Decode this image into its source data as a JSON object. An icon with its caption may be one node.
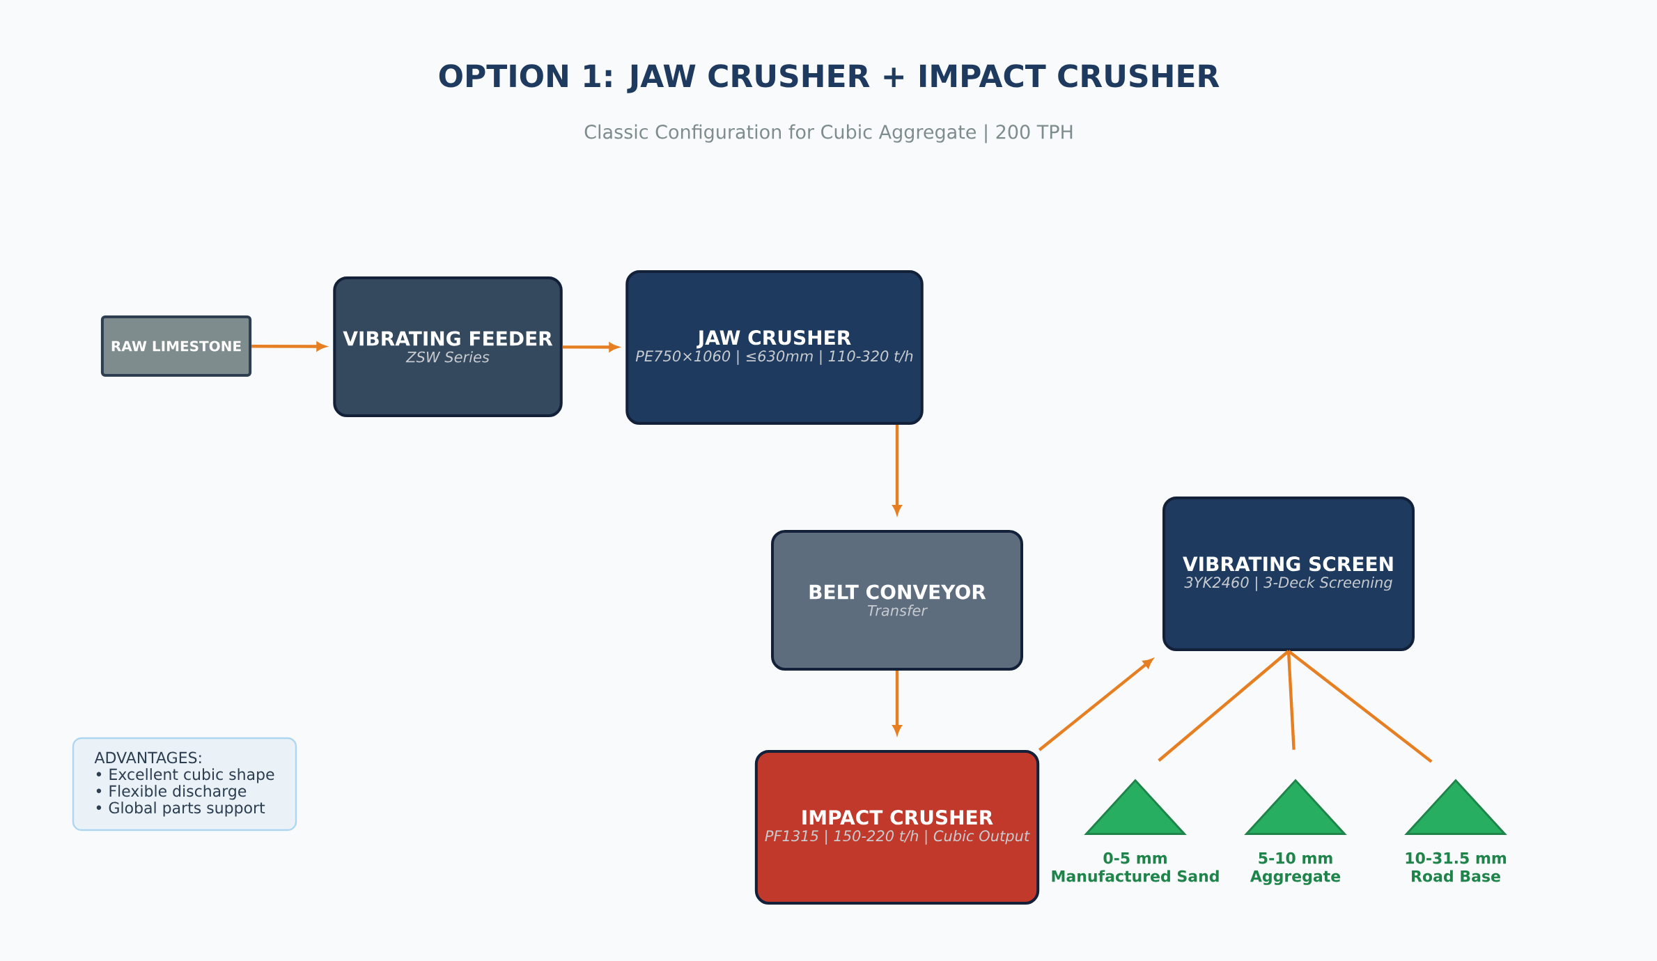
{
  "diagram": {
    "title": "OPTION 1: JAW CRUSHER + IMPACT CRUSHER",
    "nodes": [
      {
        "text": [
          "RAW LIMESTONE"
        ]
      },
      {
        "text": [
          "VIBRATING FEEDER",
          "ZSW Series"
        ]
      },
      {
        "text": [
          "JAW CRUSHER",
          "PE750×1060 | ≤630mm | 110-320 t/h"
        ]
      },
      {
        "text": [
          "BELT CONVEYOR",
          "Transfer"
        ]
      },
      {
        "text": [
          "IMPACT CRUSHER",
          "PF1315 | 150-220 t/h | Cubic Output"
        ]
      },
      {
        "text": [
          "VIBRATING SCREEN",
          "3YK2460 | 3-Deck Screening"
        ]
      },
      {
        "text": [],
        "shape": "triangle",
        "beside": [
          "0-5 mm",
          "Manufactured Sand"
        ]
      },
      {
        "text": [],
        "shape": "triangle",
        "beside": [
          "5-10 mm",
          "Aggregate"
        ]
      },
      {
        "text": [],
        "shape": "triangle",
        "beside": [
          "10-31.5 mm",
          "Road Base"
        ]
      },
      {
        "text": [
          "ADVANTAGES:",
          "• Excellent cubic shape",
          "• Flexible discharge",
          "• Global parts support"
        ]
      }
    ],
    "edges": [
      {
        "from": 0,
        "to": 1,
        "arrow": "to"
      },
      {
        "from": 1,
        "to": 2,
        "arrow": "to"
      },
      {
        "from": 2,
        "to": 3,
        "arrow": "to"
      },
      {
        "from": 3,
        "to": 4,
        "arrow": "to"
      },
      {
        "from": 4,
        "to": 5,
        "arrow": "to"
      },
      {
        "from": 5,
        "to": 6,
        "arrow": "none"
      },
      {
        "from": 5,
        "to": 7,
        "arrow": "none"
      },
      {
        "from": 5,
        "to": 8,
        "arrow": "none"
      }
    ],
    "labels": [
      "Classic Configuration for Cubic Aggregate | 200 TPH"
    ]
  }
}
